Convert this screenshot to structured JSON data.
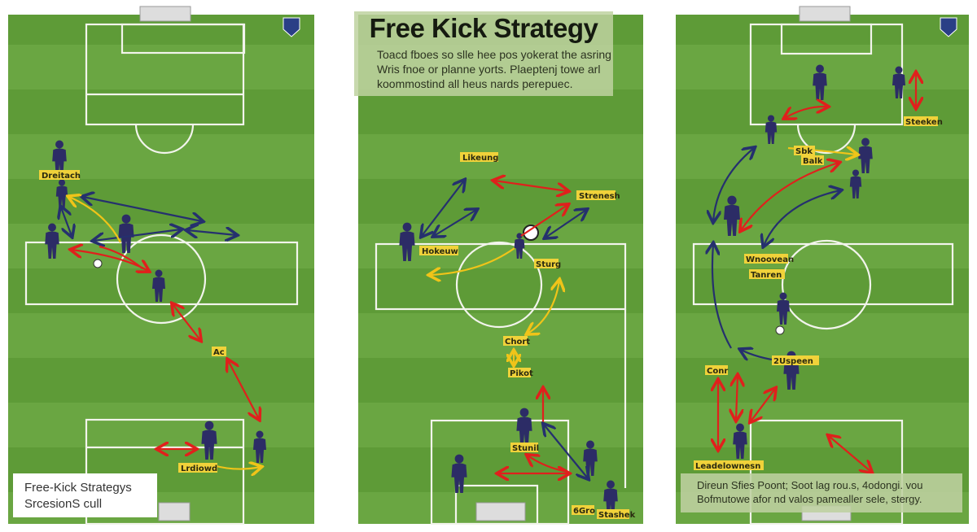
{
  "colors": {
    "grass": "#5f9a38",
    "grass_light": "#6fa845",
    "pass_red": "#e0201c",
    "pass_blue": "#25306e",
    "pass_yellow": "#f0c419",
    "player": "#2c2c66",
    "label_bg": "#f0d23a"
  },
  "left_panel": {
    "caption_line1": "Free-Kick Strategys",
    "caption_line2": "SrcesionS cull",
    "labels": [
      "Dreitach",
      "Ac",
      "Lrdiowd"
    ]
  },
  "center_panel": {
    "title": "Free Kick Strategy",
    "body": [
      "Toacd fboes so slle hee pos yokerat the asring",
      "Wris fnoe or planne yorts. Plaeptenj towe arl",
      "koommostind all heus nards perepuec."
    ],
    "labels": [
      "Likeung",
      "Strenesh",
      "Hokeuw",
      "Sturg",
      "Chort",
      "Pikot",
      "Stunil",
      "6Gro",
      "Stashek"
    ]
  },
  "right_panel": {
    "labels": [
      "Steeken",
      "Sbk",
      "Balk",
      "Wnoovean",
      "Tanren",
      "2Uspeen",
      "Conr",
      "Leadelownesn"
    ],
    "body": [
      "Direun Sfies Poont; Soot lag rou.s, 4odongi. vou",
      "Bofmutowe afor nd valos pamealler sele, stergy."
    ]
  },
  "badge_icon": "shield-crest-icon"
}
